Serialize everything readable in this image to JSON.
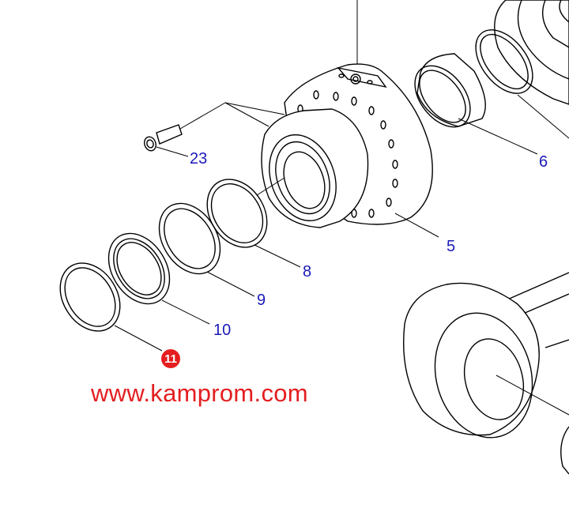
{
  "diagram": {
    "part_labels": [
      "23",
      "6",
      "5",
      "8",
      "9",
      "10"
    ],
    "highlighted_part": "11",
    "highlight_color": "#e41e20",
    "label_color": "#1a1ab8",
    "watermark": "www.kamprom.com"
  }
}
